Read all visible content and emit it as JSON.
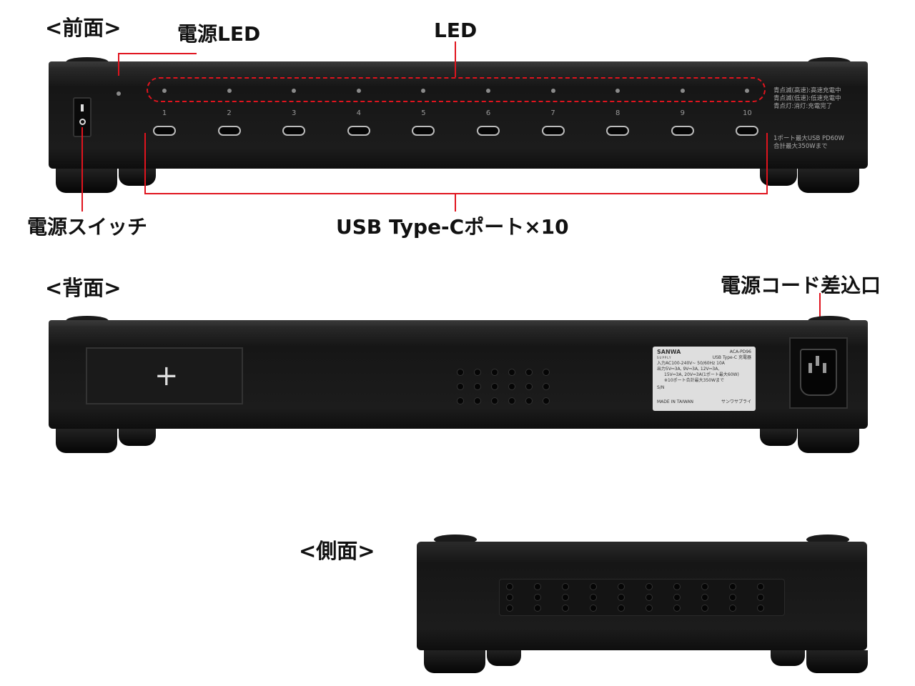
{
  "front": {
    "title": "<前面>",
    "power_led_label": "電源LED",
    "led_label": "LED",
    "power_switch_label": "電源スイッチ",
    "usb_ports_label": "USB Type-Cポート×10",
    "port_numbers": [
      "1",
      "2",
      "3",
      "4",
      "5",
      "6",
      "7",
      "8",
      "9",
      "10"
    ],
    "led_legend": [
      "青点滅(高速):高速充電中",
      "青点滅(低速):低速充電中",
      "青点灯:消灯:充電完了"
    ],
    "power_note": [
      "1ポート最大USB PD60W",
      "合計最大350Wまで"
    ]
  },
  "back": {
    "title": "<背面>",
    "power_inlet_label": "電源コード差込口",
    "rating_label": {
      "brand": "SANWA",
      "brand_sub": "SUPPLY",
      "model": "ACA-PD96",
      "product": "USB Type-C 充電器",
      "lines": [
        "入力AC100-240V~ 50/60Hz 10A",
        "出力5V⎓3A, 9V⎓3A, 12V⎓3A,",
        "15V⎓3A, 20V⎓3A(1ポート最大60W)",
        "※10ポート合計最大350Wまで"
      ],
      "serial": "S/N",
      "origin": "MADE IN TAIWAN",
      "maker": "サンワサプライ"
    }
  },
  "side": {
    "title": "<側面>"
  },
  "colors": {
    "callout_line": "#e0141e",
    "device": "#1c1c1c"
  }
}
